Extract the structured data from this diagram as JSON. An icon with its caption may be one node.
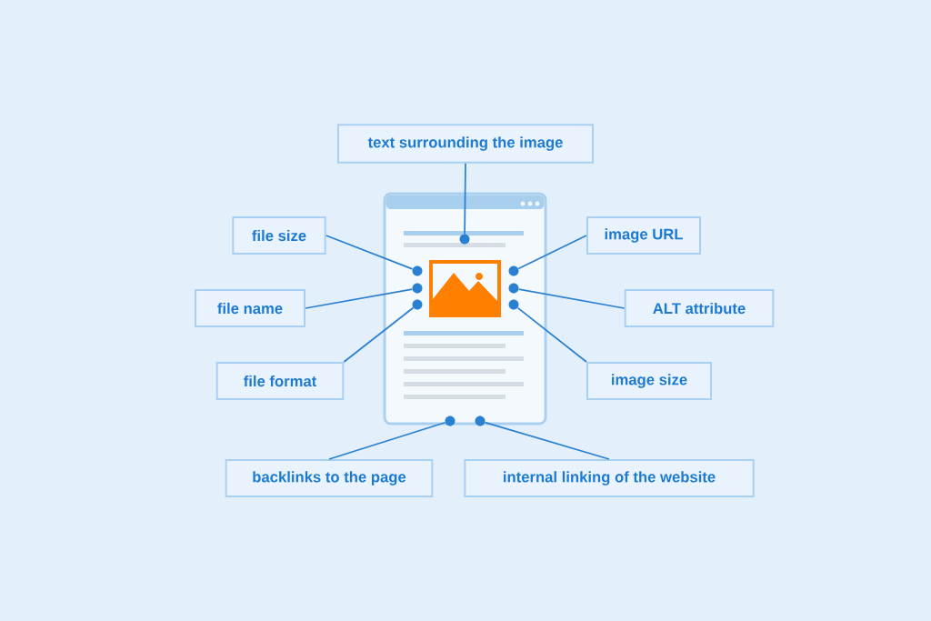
{
  "diagram": {
    "nodes": [
      {
        "text": [
          "text surrounding the image"
        ]
      },
      {
        "text": [
          "file size"
        ]
      },
      {
        "text": [
          "image URL"
        ]
      },
      {
        "text": [
          "file name"
        ]
      },
      {
        "text": [
          "ALT attribute"
        ]
      },
      {
        "text": [
          "file format"
        ]
      },
      {
        "text": [
          "image size"
        ]
      },
      {
        "text": [
          "backlinks to the page"
        ]
      },
      {
        "text": [
          "internal linking of the website"
        ]
      },
      {
        "text": [],
        "shape": "circle"
      },
      {
        "text": [],
        "shape": "circle"
      },
      {
        "text": [],
        "shape": "circle"
      },
      {
        "text": [],
        "shape": "circle"
      },
      {
        "text": [],
        "shape": "circle"
      },
      {
        "text": [],
        "shape": "circle"
      },
      {
        "text": [],
        "shape": "circle"
      },
      {
        "text": [],
        "shape": "circle"
      },
      {
        "text": [],
        "shape": "circle"
      }
    ],
    "edges": [
      {
        "from": 0,
        "to": 9,
        "arrow": "none"
      },
      {
        "from": 1,
        "to": 10,
        "arrow": "none"
      },
      {
        "from": 2,
        "to": 11,
        "arrow": "none"
      },
      {
        "from": 3,
        "to": 12,
        "arrow": "none"
      },
      {
        "from": 4,
        "to": 13,
        "arrow": "none"
      },
      {
        "from": 5,
        "to": 14,
        "arrow": "none"
      },
      {
        "from": 6,
        "to": 15,
        "arrow": "none"
      },
      {
        "from": 7,
        "to": 16,
        "arrow": "none"
      },
      {
        "from": 8,
        "to": 17,
        "arrow": "none"
      }
    ]
  }
}
